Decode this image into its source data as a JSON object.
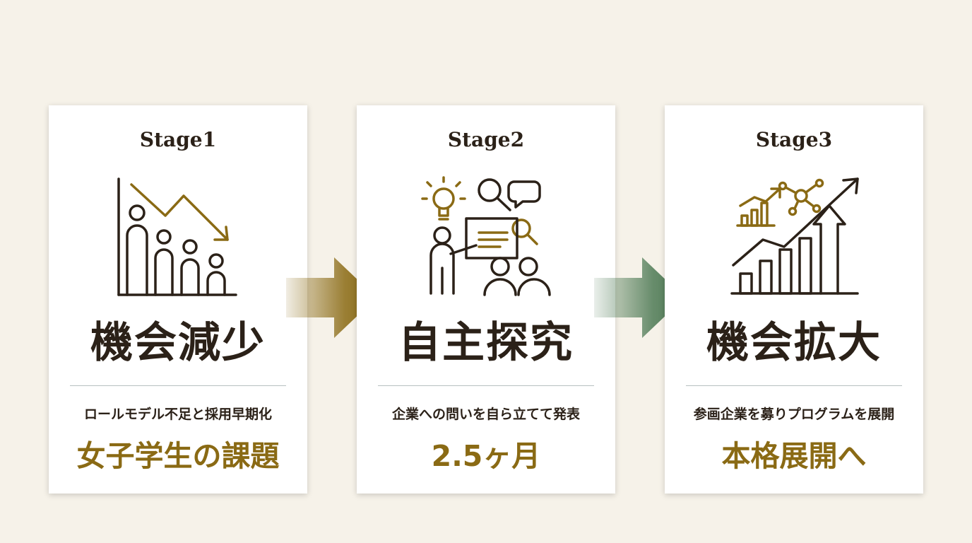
{
  "colors": {
    "background": "#f6f2e9",
    "card": "#ffffff",
    "text_dark": "#2b2118",
    "accent_gold": "#8a6a14",
    "accent_green": "#4e7a55",
    "divider": "#b7c1c1"
  },
  "stages": [
    {
      "label": "Stage1",
      "icon": "declining-chart-people-icon",
      "heading": "機会減少",
      "description": "ロールモデル不足と採用早期化",
      "highlight": "女子学生の課題"
    },
    {
      "label": "Stage2",
      "icon": "presentation-research-icon",
      "heading": "自主探究",
      "description": "企業への問いを自ら立てて発表",
      "highlight": "2.5ヶ月"
    },
    {
      "label": "Stage3",
      "icon": "growth-chart-icon",
      "heading": "機会拡大",
      "description": "参画企業を募りプログラムを展開",
      "highlight": "本格展開へ"
    }
  ],
  "arrows": [
    {
      "icon": "right-arrow-icon",
      "color": "#8a6a14"
    },
    {
      "icon": "right-arrow-icon",
      "color": "#4e7a55"
    }
  ]
}
